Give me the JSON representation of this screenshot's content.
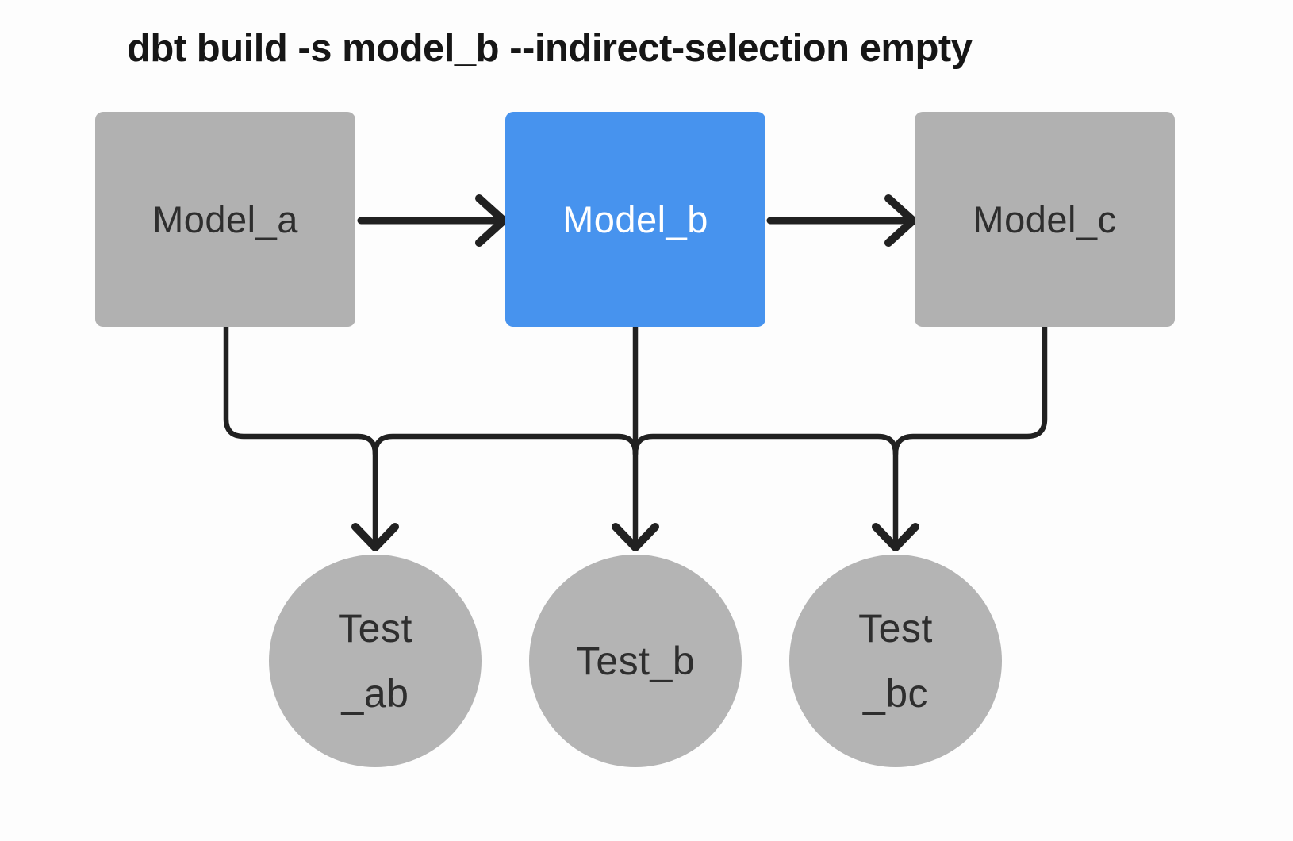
{
  "title": "dbt build -s model_b --indirect-selection empty",
  "colors": {
    "background": "#fdfdfd",
    "model_default_fill": "#b1b1b1",
    "model_selected_fill": "#4793ee",
    "test_fill": "#b4b4b4",
    "edge_stroke": "#212121",
    "label_dark": "#2e2e2e",
    "label_light": "#ffffff",
    "title_color": "#161616"
  },
  "nodes": {
    "model_a": {
      "label": "Model_a",
      "state": "not selected"
    },
    "model_b": {
      "label": "Model_b",
      "state": "selected"
    },
    "model_c": {
      "label": "Model_c",
      "state": "not selected"
    },
    "test_ab": {
      "line1": "Test",
      "line2": "_ab"
    },
    "test_b": {
      "line1": "Test_b",
      "line2": ""
    },
    "test_bc": {
      "line1": "Test",
      "line2": "_bc"
    }
  },
  "edges": [
    {
      "from": "model_a",
      "to": "model_b"
    },
    {
      "from": "model_b",
      "to": "model_c"
    },
    {
      "from": "model_a",
      "to": "test_ab"
    },
    {
      "from": "model_b",
      "to": "test_ab"
    },
    {
      "from": "model_b",
      "to": "test_b"
    },
    {
      "from": "model_b",
      "to": "test_bc"
    },
    {
      "from": "model_c",
      "to": "test_bc"
    }
  ]
}
